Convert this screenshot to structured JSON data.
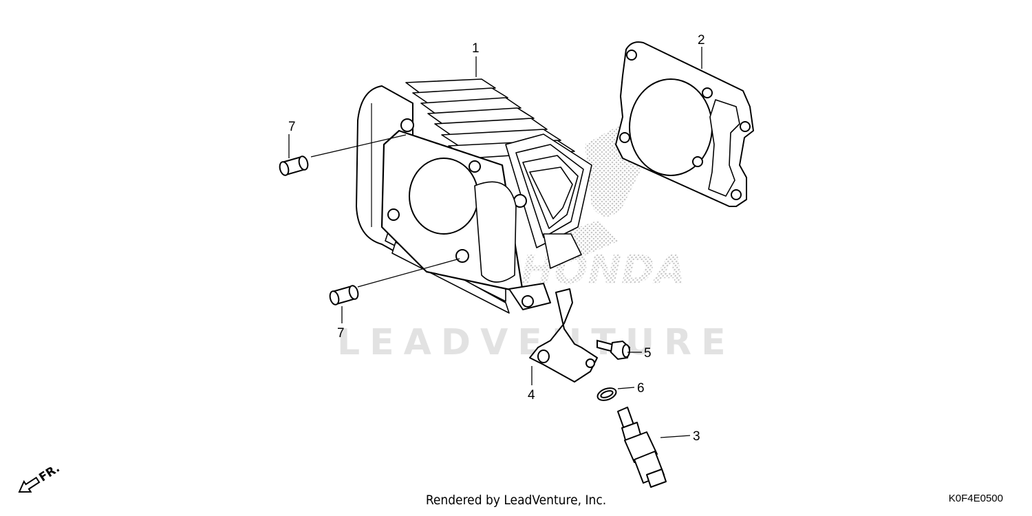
{
  "diagram": {
    "watermark_text": "LEADVENTURE",
    "logo_text": "HONDA",
    "front_arrow_label": "FR.",
    "callouts": {
      "cylinder": "1",
      "gasket": "2",
      "sensor": "3",
      "bracket": "4",
      "bolt": "5",
      "oring": "6",
      "dowel_upper": "7",
      "dowel_lower": "7"
    }
  },
  "footer": {
    "rendered_by": "Rendered by LeadVenture, Inc.",
    "diagram_code": "K0F4E0500"
  }
}
